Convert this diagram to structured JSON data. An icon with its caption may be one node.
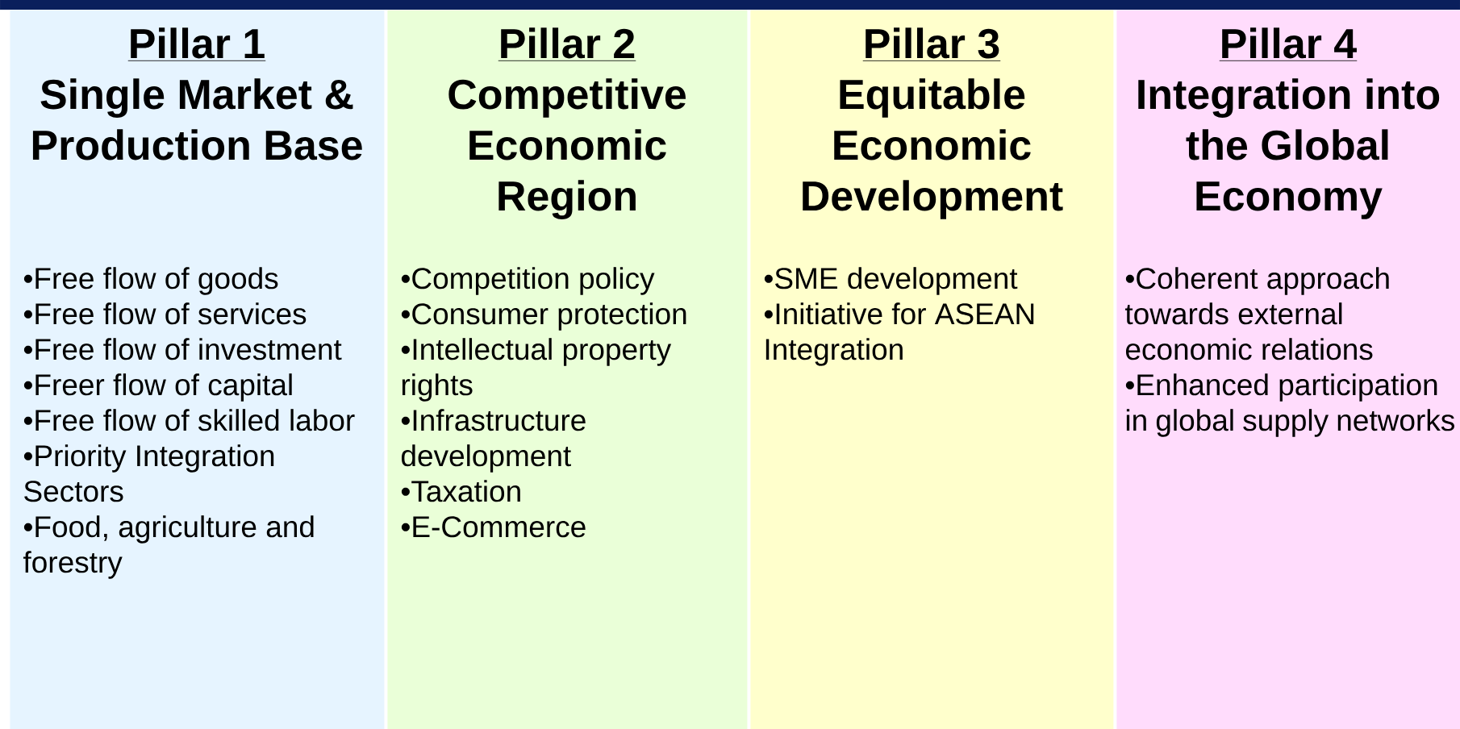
{
  "diagram": {
    "nodes": [
      {
        "text": [
          "Pillar 1",
          "Single Market & Production Base",
          "•Free flow of goods",
          "•Free flow of services",
          "•Free flow of investment",
          "•Freer flow of capital",
          "•Free flow of skilled labor",
          "•Priority Integration Sectors",
          "•Food, agriculture and forestry"
        ]
      },
      {
        "text": [
          "Pillar 2",
          "Competitive Economic Region",
          "•Competition policy",
          "•Consumer protection",
          "•Intellectual property rights",
          "•Infrastructure development",
          "•Taxation",
          "•E-Commerce"
        ]
      },
      {
        "text": [
          "Pillar 3",
          "Equitable Economic Development",
          "•SME development",
          "•Initiative for ASEAN Integration"
        ]
      },
      {
        "text": [
          "Pillar 4",
          "Integration into the Global Economy",
          "•Coherent approach towards external economic relations",
          "•Enhanced participation in global supply networks"
        ]
      }
    ]
  }
}
